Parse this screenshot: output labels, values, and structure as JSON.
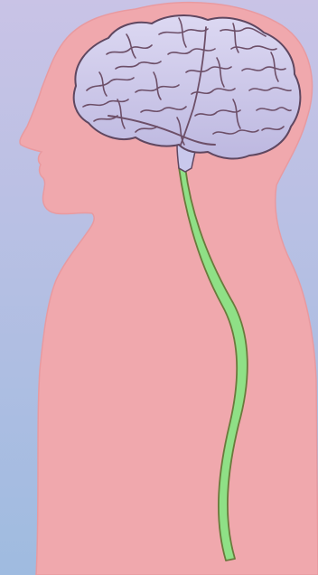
{
  "colors": {
    "background_top": "#c9c3e6",
    "background_bottom": "#9fbbe0",
    "body": "#f0a8ad",
    "body_edge": "#e89aa0",
    "brain_fill": "#ccc8e8",
    "brain_fold": "#6d4f68",
    "brain_outline": "#5f4760",
    "brainstem": "#c9c8ec",
    "spinal_cord": "#8fe086",
    "spinal_cord_outline": "#6a7a3c"
  },
  "parts": [
    "head-and-torso",
    "brain",
    "brainstem",
    "spinal-cord"
  ]
}
